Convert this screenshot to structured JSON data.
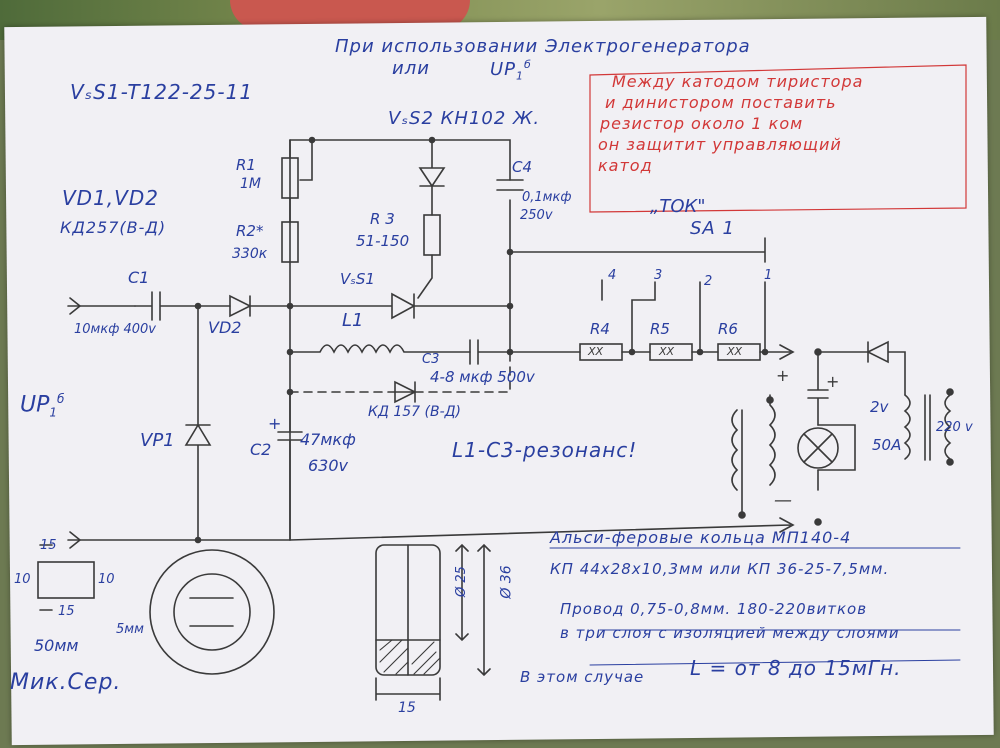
{
  "title_line1": "При использовании Электрогенератора",
  "title_line2": "или",
  "title_line2_b": "UP",
  "title_line2_sub": "1",
  "title_line2_sup": "б",
  "vs1_label": "VₛS1-T122-25-11",
  "vs2_label": "VₛS2 КН102 Ж.",
  "note_red": [
    "Между катодом тиристора",
    "и динистором поставить",
    "резистор около 1 ком",
    "он защитит управляющий",
    "катод"
  ],
  "r1_label": "R1",
  "r1_value": "1М",
  "r2_label": "R2*",
  "r2_value": "330к",
  "r3_label": "R 3",
  "r3_value": "51-150",
  "c4_label": "С4",
  "c4_value_1": "0,1мкф",
  "c4_value_2": "250v",
  "vd_label": "VD1,VD2",
  "vd_value": "КД257(В-Д)",
  "c1_label": "С1",
  "c1_value": "10мкф 400v",
  "vd2_label": "VD2",
  "vs1_small": "VₛS1",
  "l1_label": "L1",
  "c3_label": "С3",
  "c3_value": "4-8 мкф 500v",
  "kd157": "КД 157 (В-Д)",
  "tok_label": "„ТОК\"",
  "sa1_label": "SА 1",
  "sw_1": "1",
  "sw_2": "2",
  "sw_3": "3",
  "sw_4": "4",
  "r4_label": "R4",
  "r5_label": "R5",
  "r6_label": "R6",
  "xx": "XX",
  "up_label": "UP",
  "up_sub": "1",
  "up_sup": "б",
  "vp1_label": "VP1",
  "c2_label": "С2",
  "c2_value_1": "47мкф",
  "c2_value_2": "630v",
  "resonance": "L1-С3-резонанс!",
  "plus": "+",
  "minus": "—",
  "t_2v": "2v",
  "t_50a": "50А",
  "t_220v": "220 v",
  "core_line1": "Альси-феровые кольца МП140-4",
  "core_line2": "КП 44х28х10,3мм или КП 36-25-7,5мм.",
  "wire_line1": "Провод 0,75-0,8мм. 180-220витков",
  "wire_line2": "в три слоя с изоляцией между слоями",
  "wire_line3_a": "В этом случае",
  "wire_line3_b": "L = от 8 до 15мГн.",
  "dim_15_top": "15",
  "dim_10_left": "10",
  "dim_10_right": "10",
  "dim_15_bottom": "15",
  "dim_50mm": "50мм",
  "dim_5mm": "5мм",
  "dim_d25": "Ø 25",
  "dim_d36": "Ø 36",
  "dim_15_ring": "15",
  "author": "Мик.Сер."
}
